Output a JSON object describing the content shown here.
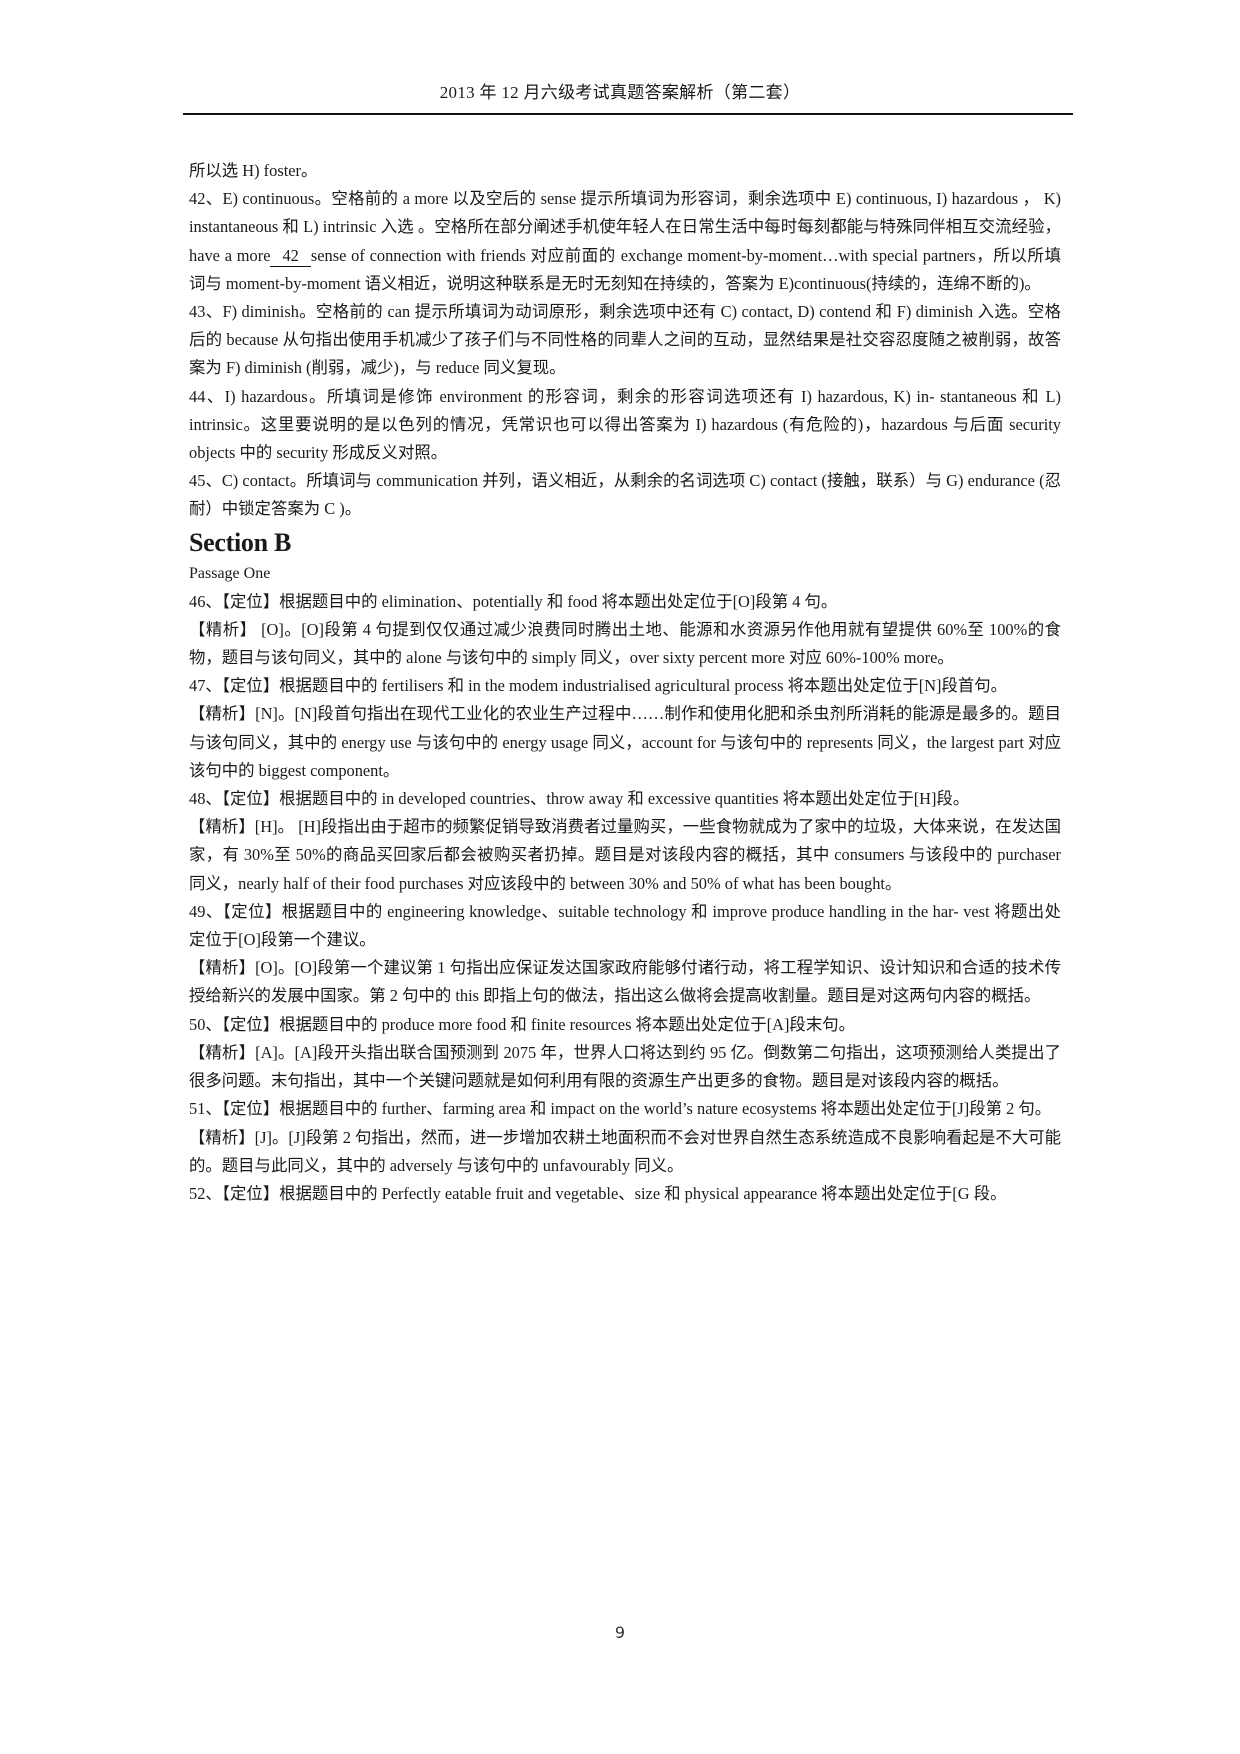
{
  "header": {
    "title": "2013 年 12 月六级考试真题答案解析（第二套）"
  },
  "section_a_tail": {
    "p41_tail": "所以选 H) foster。",
    "p42_a": "42、E) continuous。空格前的 a more 以及空后的 sense 提示所填词为形容词，剩余选项中 E) continuous, I) hazardous ， K) instantaneous 和 L) intrinsic 入选 。空格所在部分阐述手机使年轻人在日常生活中每时每刻都能与特殊同伴相互交流经验，have a more",
    "p42_blank": "42",
    "p42_b": "sense of connection with friends 对应前面的 exchange moment-by-moment…with special partners，所以所填词与 moment-by-moment 语义相近，说明这种联系是无时无刻知在持续的，答案为 E)continuous(持续的，连绵不断的)。",
    "p43": "43、F) diminish。空格前的 can 提示所填词为动词原形，剩余选项中还有 C) contact, D) contend 和 F) diminish 入选。空格后的 because 从句指出使用手机减少了孩子们与不同性格的同辈人之间的互动，显然结果是社交容忍度随之被削弱，故答案为 F) diminish (削弱，减少)，与 reduce 同义复现。",
    "p44": "44、I) hazardous。所填词是修饰 environment 的形容词，剩余的形容词选项还有 I) hazardous, K) in- stantaneous 和 L) intrinsic。这里要说明的是以色列的情况，凭常识也可以得出答案为 I) hazardous (有危险的)，hazardous 与后面 security objects 中的 security 形成反义对照。",
    "p45": "45、C) contact。所填词与 communication 并列，语义相近，从剩余的名词选项 C) contact (接触，联系）与 G) endurance (忍耐）中锁定答案为 C )。"
  },
  "section_b": {
    "heading": "Section B",
    "passage_label": "Passage One",
    "items": [
      {
        "locate": "46、【定位】根据题目中的 elimination、potentially 和 food 将本题出处定位于[O]段第 4 句。",
        "analysis": "【精析】 [O]。[O]段第 4 句提到仅仅通过减少浪费同时腾出土地、能源和水资源另作他用就有望提供 60%至 100%的食物，题目与该句同义，其中的 alone 与该句中的 simply 同义，over sixty percent more 对应 60%-100% more。"
      },
      {
        "locate": "47、【定位】根据题目中的 fertilisers 和 in the modem industrialised agricultural process 将本题出处定位于[N]段首句。",
        "analysis": "【精析】[N]。[N]段首句指出在现代工业化的农业生产过程中……制作和使用化肥和杀虫剂所消耗的能源是最多的。题目与该句同义，其中的 energy use 与该句中的 energy usage 同义，account for 与该句中的 represents 同义，the largest part 对应该句中的 biggest component。"
      },
      {
        "locate": "48、【定位】根据题目中的 in developed countries、throw away 和 excessive quantities 将本题出处定位于[H]段。",
        "analysis": "【精析】[H]。 [H]段指出由于超市的频繁促销导致消费者过量购买，一些食物就成为了家中的垃圾，大体来说，在发达国家，有 30%至 50%的商品买回家后都会被购买者扔掉。题目是对该段内容的概括，其中 consumers 与该段中的 purchaser 同义，nearly half of their food purchases 对应该段中的 between 30% and 50% of what has been bought。"
      },
      {
        "locate": "49、【定位】根据题目中的 engineering knowledge、suitable technology 和 improve produce handling in the har- vest 将题出处定位于[O]段第一个建议。",
        "analysis": "【精析】[O]。[O]段第一个建议第 1 句指出应保证发达国家政府能够付诸行动，将工程学知识、设计知识和合适的技术传授给新兴的发展中国家。第 2 句中的 this 即指上句的做法，指出这么做将会提高收割量。题目是对这两句内容的概括。"
      },
      {
        "locate": "50、【定位】根据题目中的 produce more food 和 finite resources 将本题出处定位于[A]段末句。",
        "analysis": "【精析】[A]。[A]段开头指出联合国预测到 2075 年，世界人口将达到约 95 亿。倒数第二句指出，这项预测给人类提出了很多问题。末句指出，其中一个关键问题就是如何利用有限的资源生产出更多的食物。题目是对该段内容的概括。"
      },
      {
        "locate": "51、【定位】根据题目中的 further、farming area 和 impact on the world’s nature ecosystems 将本题出处定位于[J]段第 2 句。",
        "analysis": "【精析】[J]。[J]段第 2 句指出，然而，进一步增加农耕土地面积而不会对世界自然生态系统造成不良影响看起是不大可能的。题目与此同义，其中的 adversely 与该句中的 unfavourably 同义。"
      },
      {
        "locate": "52、【定位】根据题目中的 Perfectly eatable fruit and vegetable、size 和 physical appearance 将本题出处定位于[G 段。",
        "analysis": ""
      }
    ]
  },
  "footer": {
    "page_number": "9"
  }
}
